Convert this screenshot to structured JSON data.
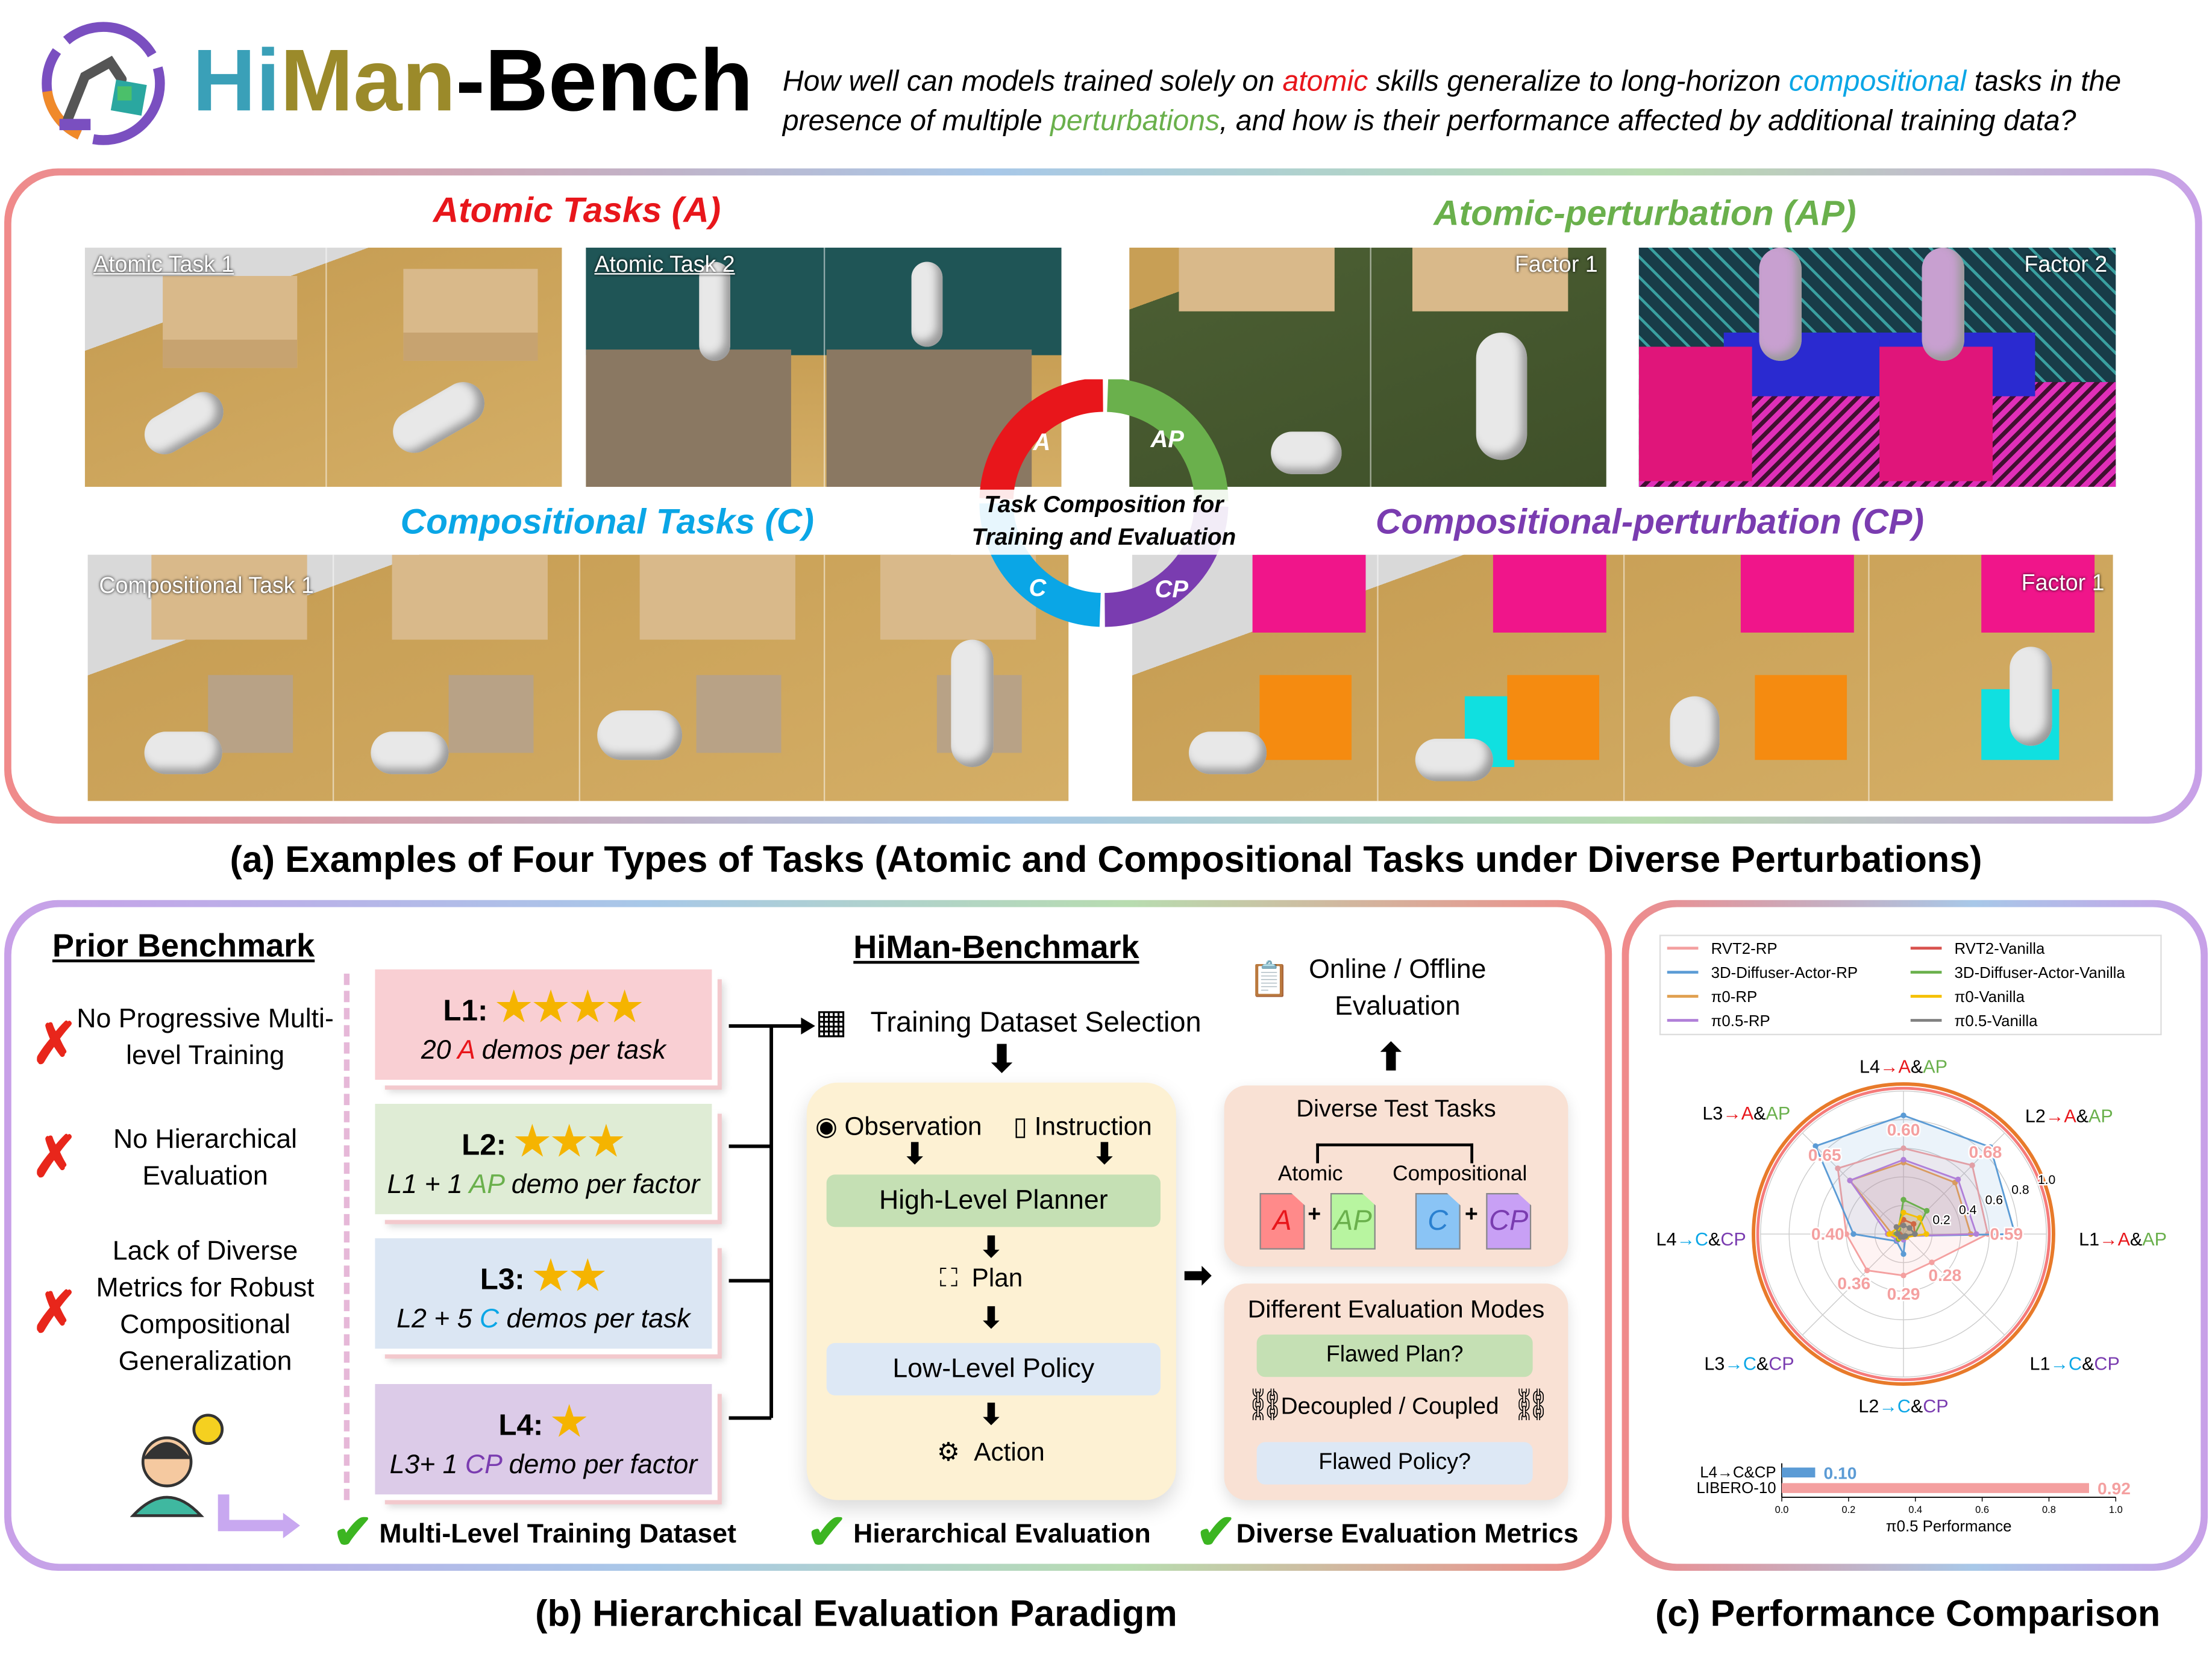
{
  "header": {
    "title_parts": [
      "Hi",
      "Man",
      "-Bench"
    ],
    "question_parts": [
      "How well can models trained solely on ",
      "atomic",
      " skills generalize to long-horizon ",
      "compositional",
      " tasks in the presence of multiple ",
      "perturbations",
      ", and how is their performance affected by additional training data?"
    ]
  },
  "panel_a": {
    "atomic_title": "Atomic Tasks (A)",
    "ap_title": "Atomic-perturbation (AP)",
    "comp_title": "Compositional Tasks (C)",
    "cp_title": "Compositional-perturbation (CP)",
    "image_labels": {
      "a1": "Atomic Task 1",
      "a2": "Atomic Task 2",
      "ap1": "Factor 1",
      "ap2": "Factor 2",
      "c1": "Compositional Task 1",
      "cp1": "Factor 1"
    },
    "donut": {
      "a": "A",
      "ap": "AP",
      "c": "C",
      "cp": "CP",
      "center_line1": "Task Composition for",
      "center_line2": "Training and Evaluation"
    },
    "caption": "(a) Examples of Four Types of Tasks (Atomic and Compositional Tasks under Diverse Perturbations)"
  },
  "panel_b": {
    "prior_title": "Prior Benchmark",
    "prior_items": [
      "No Progressive Multi-level Training",
      "No Hierarchical Evaluation",
      "Lack of Diverse Metrics for Robust Compositional Generalization"
    ],
    "levels": [
      {
        "label": "L1:",
        "stars": "★★★★",
        "demo_prefix": "20 ",
        "demo_key": "A",
        "demo_suffix": " demos per task"
      },
      {
        "label": "L2:",
        "stars": "★★★",
        "demo_prefix": "L1 + 1 ",
        "demo_key": "AP",
        "demo_suffix": " demo per factor"
      },
      {
        "label": "L3:",
        "stars": "★★",
        "demo_prefix": "L2 + 5 ",
        "demo_key": "C",
        "demo_suffix": " demos per task"
      },
      {
        "label": "L4:",
        "stars": "★",
        "demo_prefix": "L3+ 1 ",
        "demo_key": "CP",
        "demo_suffix": " demo per factor"
      }
    ],
    "bench_title": "HiMan-Benchmark",
    "training_selection": "Training Dataset Selection",
    "observation": "Observation",
    "instruction": "Instruction",
    "high_level": "High-Level Planner",
    "plan": "Plan",
    "low_level": "Low-Level Policy",
    "action": "Action",
    "online_offline_1": "Online / Offline",
    "online_offline_2": "Evaluation",
    "diverse_tasks": "Diverse Test Tasks",
    "atomic": "Atomic",
    "compositional": "Compositional",
    "docs": [
      "A",
      "AP",
      "C",
      "CP"
    ],
    "plus": "+",
    "eval_modes": "Different Evaluation Modes",
    "flawed_plan": "Flawed Plan?",
    "decoupled": "Decoupled / Coupled",
    "flawed_policy": "Flawed Policy?",
    "checks": [
      "Multi-Level Training Dataset",
      "Hierarchical Evaluation",
      "Diverse Evaluation Metrics"
    ],
    "caption": "(b) Hierarchical Evaluation Paradigm"
  },
  "panel_c": {
    "caption": "(c) Performance Comparison"
  },
  "colors": {
    "red": "#e8161b",
    "green": "#6ab04c",
    "cyan": "#0aa6e6",
    "purple": "#7a3cb0"
  },
  "chart_data": [
    {
      "type": "radar",
      "axes": [
        {
          "parts": [
            "L4",
            "→",
            "A",
            "&",
            "AP"
          ],
          "group": "A"
        },
        {
          "parts": [
            "L2",
            "→",
            "A",
            "&",
            "AP"
          ],
          "group": "A"
        },
        {
          "parts": [
            "L1",
            "→",
            "A",
            "&",
            "AP"
          ],
          "group": "A"
        },
        {
          "parts": [
            "L1",
            "→",
            "C",
            "&",
            "CP"
          ],
          "group": "C"
        },
        {
          "parts": [
            "L2",
            "→",
            "C",
            "&",
            "CP"
          ],
          "group": "C"
        },
        {
          "parts": [
            "L3",
            "→",
            "C",
            "&",
            "CP"
          ],
          "group": "C"
        },
        {
          "parts": [
            "L4",
            "→",
            "C",
            "&",
            "CP"
          ],
          "group": "C"
        },
        {
          "parts": [
            "L3",
            "→",
            "A",
            "&",
            "AP"
          ],
          "group": "A"
        }
      ],
      "rticks": [
        "0.2",
        "0.4",
        "0.6",
        "0.8",
        "1.0"
      ],
      "rlim": [
        0,
        1
      ],
      "series": [
        {
          "name": "RVT2-RP",
          "color": "#f4a0a0",
          "values": [
            0.6,
            0.68,
            0.59,
            0.28,
            0.29,
            0.36,
            0.4,
            0.65
          ],
          "labeled": true
        },
        {
          "name": "3D-Diffuser-Actor-RP",
          "color": "#5b9bd5",
          "values": [
            0.83,
            0.86,
            0.78,
            0.02,
            0.14,
            0.07,
            0.35,
            0.87
          ]
        },
        {
          "name": "π0-RP",
          "color": "#e0a050",
          "values": [
            0.5,
            0.51,
            0.47,
            0.02,
            0.02,
            0.03,
            0.08,
            0.53
          ]
        },
        {
          "name": "π0.5-RP",
          "color": "#b07fd8",
          "values": [
            0.52,
            0.54,
            0.51,
            0.02,
            0.04,
            0.06,
            0.11,
            0.53
          ]
        },
        {
          "name": "RVT2-Vanilla",
          "color": "#d9534f",
          "values": [
            0.1,
            0.1,
            0.08,
            0.02,
            0.02,
            0.02,
            0.03,
            0.06
          ]
        },
        {
          "name": "3D-Diffuser-Actor-Vanilla",
          "color": "#6ab04c",
          "values": [
            0.24,
            0.23,
            0.08,
            0.02,
            0.02,
            0.05,
            0.05,
            0.05
          ]
        },
        {
          "name": "π0-Vanilla",
          "color": "#f5c000",
          "values": [
            0.15,
            0.16,
            0.16,
            0.03,
            0.02,
            0.04,
            0.1,
            0.06
          ]
        },
        {
          "name": "π0.5-Vanilla",
          "color": "#808080",
          "values": [
            0.06,
            0.06,
            0.08,
            0.02,
            0.02,
            0.03,
            0.04,
            0.07
          ]
        }
      ],
      "legend_position": "top"
    },
    {
      "type": "bar",
      "orientation": "horizontal",
      "categories": [
        "L4→C&CP",
        "LIBERO-10"
      ],
      "values": [
        0.1,
        0.92
      ],
      "value_labels": [
        "0.10",
        "0.92"
      ],
      "colors": [
        "#5b9bd5",
        "#f4a0a0"
      ],
      "xlabel": "π0.5 Performance",
      "xticks": [
        "0.0",
        "0.2",
        "0.4",
        "0.6",
        "0.8",
        "1.0"
      ],
      "xlim": [
        0,
        1
      ]
    }
  ]
}
